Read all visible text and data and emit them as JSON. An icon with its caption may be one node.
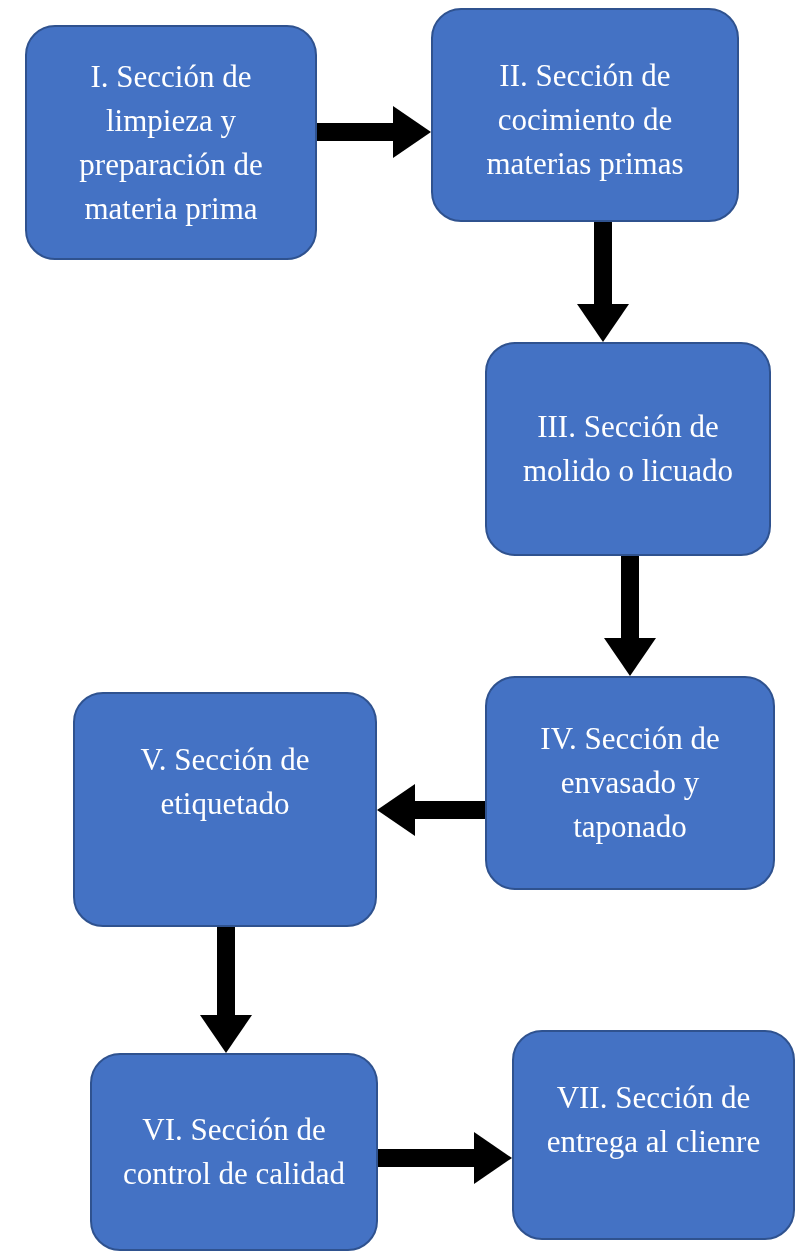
{
  "diagram": {
    "nodes": [
      {
        "text": [
          "I. Sección de limpieza y preparación de materia prima"
        ]
      },
      {
        "text": [
          "II. Sección de cocimiento de materias primas"
        ]
      },
      {
        "text": [
          "III. Sección de molido o licuado"
        ]
      },
      {
        "text": [
          "IV. Sección de envasado y taponado"
        ]
      },
      {
        "text": [
          "V. Sección de etiquetado"
        ]
      },
      {
        "text": [
          "VI. Sección de control de calidad"
        ]
      },
      {
        "text": [
          "VII. Sección de entrega al clienre"
        ]
      }
    ],
    "edges": [
      {
        "from": 0,
        "to": 1,
        "arrow": "to"
      },
      {
        "from": 1,
        "to": 2,
        "arrow": "to"
      },
      {
        "from": 2,
        "to": 3,
        "arrow": "to"
      },
      {
        "from": 3,
        "to": 4,
        "arrow": "to"
      },
      {
        "from": 4,
        "to": 5,
        "arrow": "to"
      },
      {
        "from": 5,
        "to": 6,
        "arrow": "to"
      }
    ]
  }
}
